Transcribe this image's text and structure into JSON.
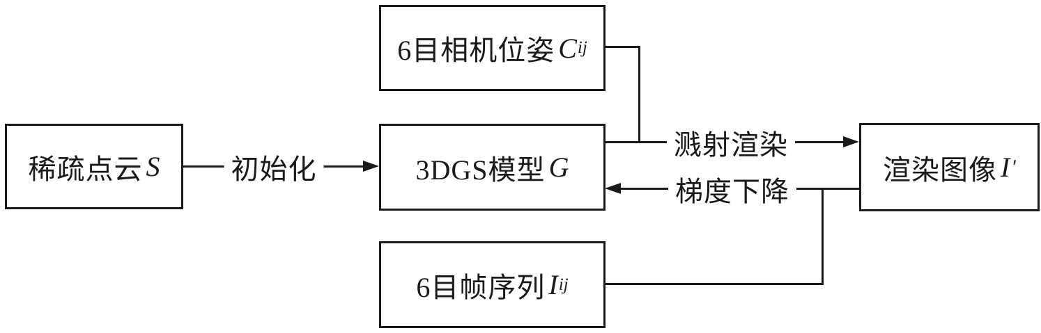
{
  "diagram": {
    "colors": {
      "background": "#ffffff",
      "stroke": "#1a1a1a",
      "text": "#1a1a1a"
    },
    "nodes": {
      "sparse": {
        "label": "稀疏点云",
        "symbol": "S"
      },
      "camera": {
        "label": "6目相机位姿",
        "symbol": "C",
        "sub": "ij"
      },
      "model": {
        "label": "3DGS模型",
        "symbol": "G"
      },
      "frames": {
        "label": "6目帧序列",
        "symbol": "I",
        "sub": "ij"
      },
      "render": {
        "label": "渲染图像",
        "symbol": "I",
        "prime": "′"
      }
    },
    "edges": {
      "init": {
        "label": "初始化"
      },
      "splat": {
        "label": "溅射渲染"
      },
      "grad": {
        "label": "梯度下降"
      }
    }
  }
}
